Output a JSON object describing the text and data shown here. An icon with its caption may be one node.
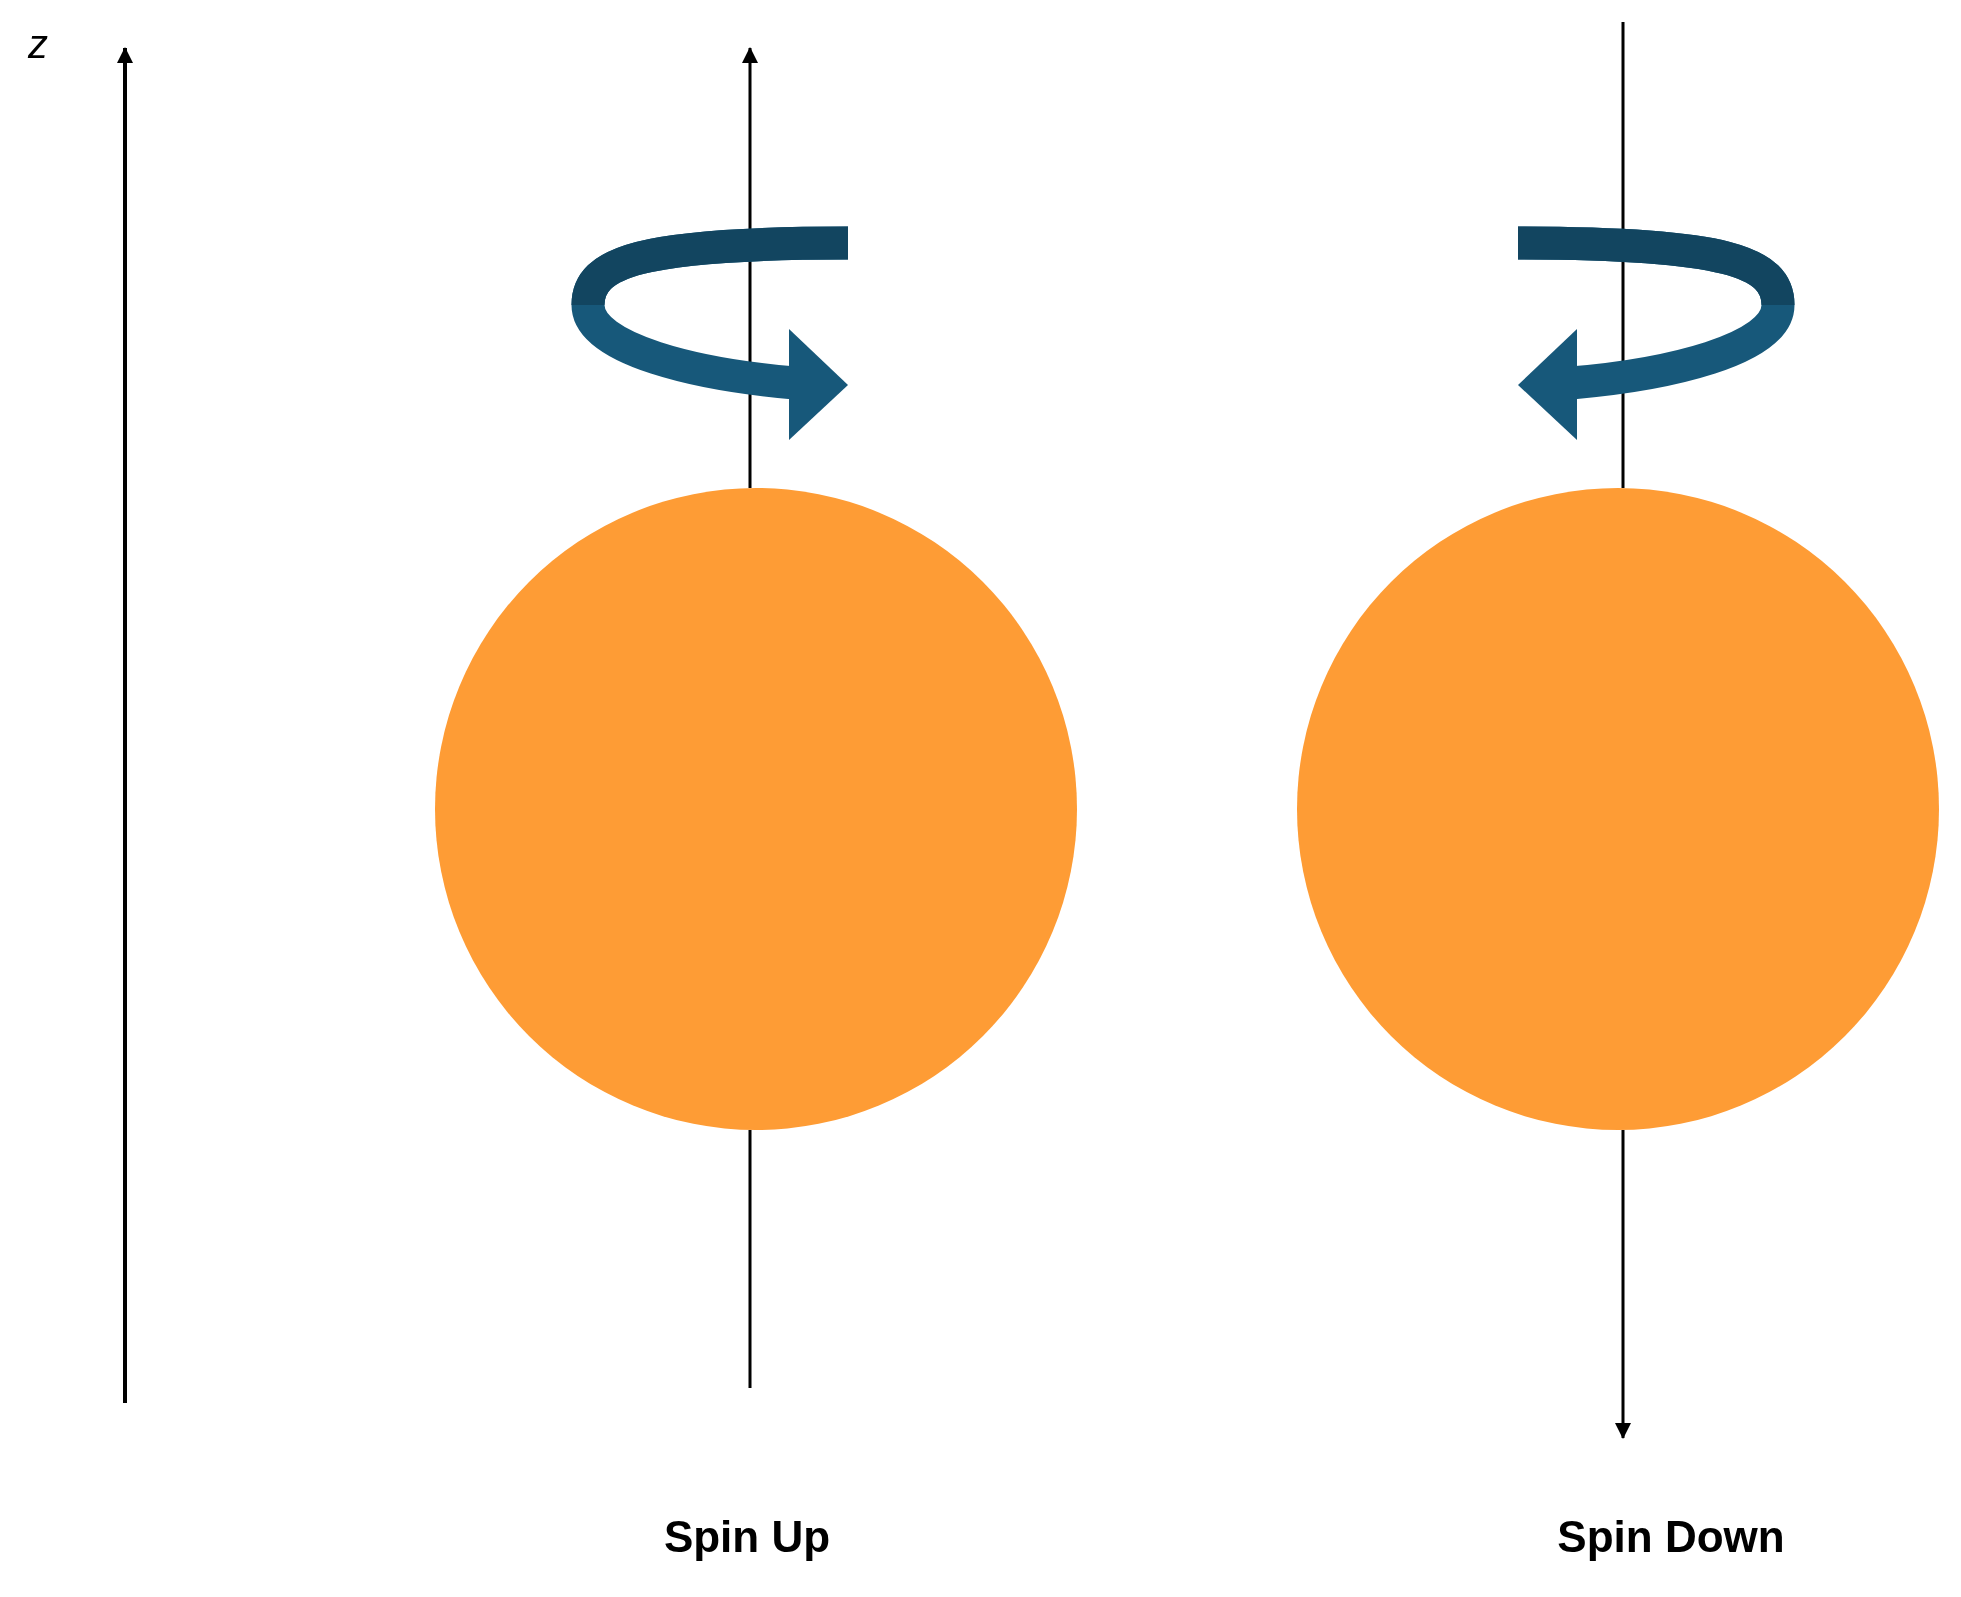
{
  "diagram": {
    "nodes": [
      {
        "text": [],
        "shape": "circle"
      },
      {
        "text": [],
        "shape": "circle"
      }
    ],
    "labels": [
      "z",
      "Spin Up",
      "Spin Down"
    ]
  }
}
